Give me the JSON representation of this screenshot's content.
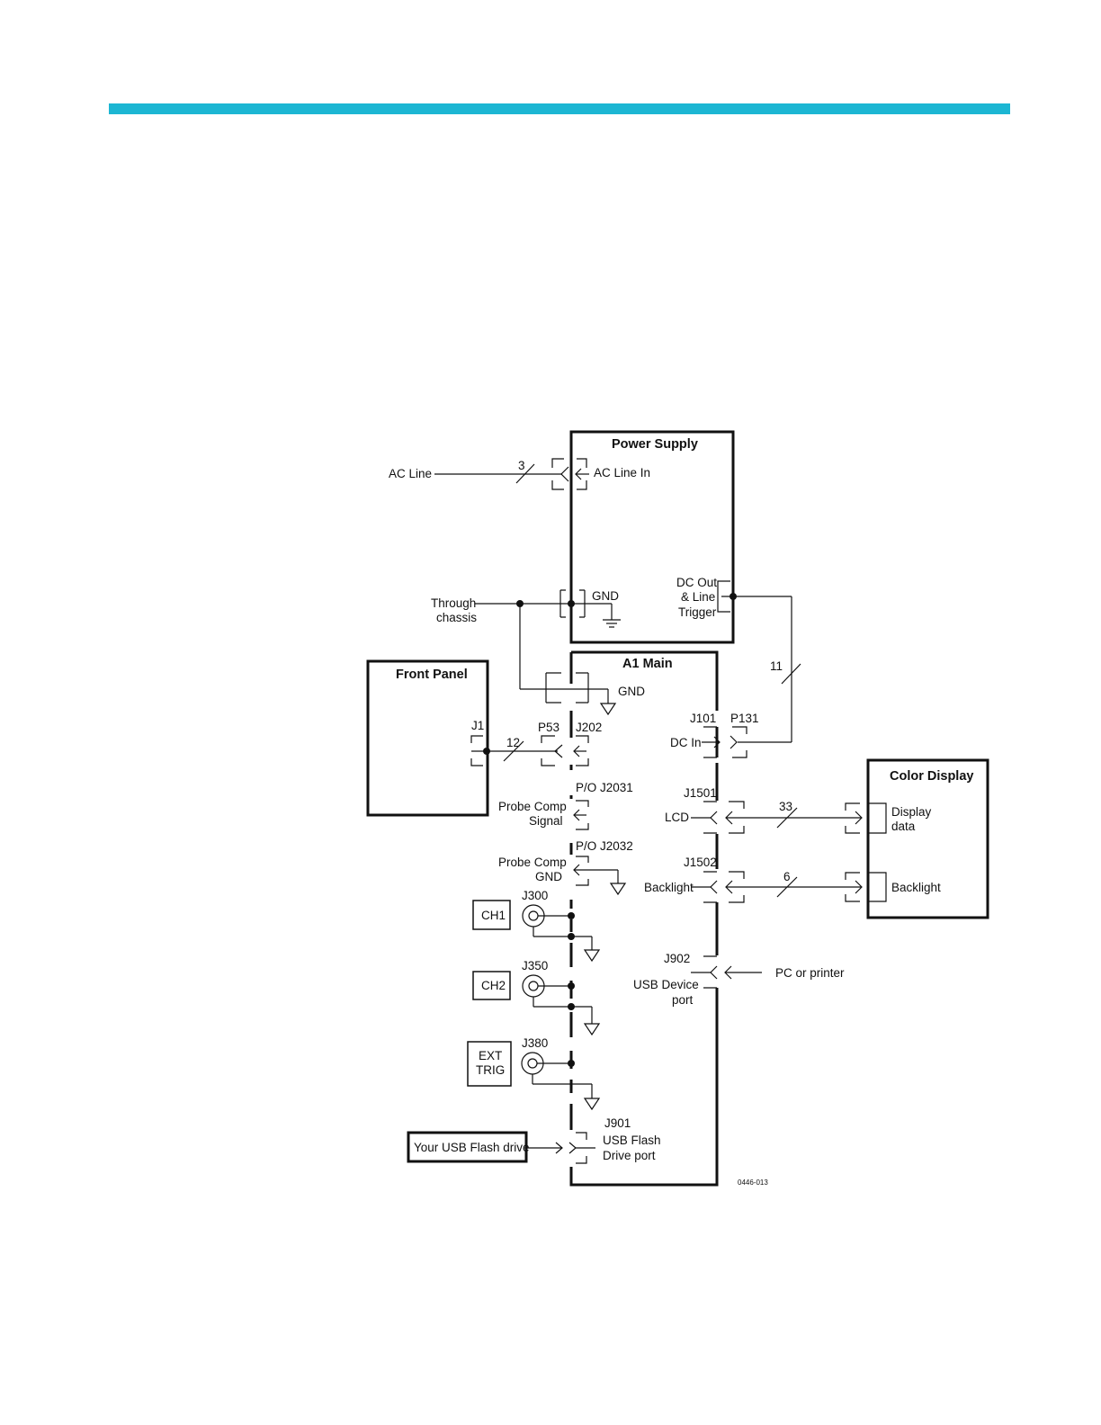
{
  "colors": {
    "accent_bar": "#1cb6d3",
    "line": "#111111"
  },
  "diagram": {
    "power_supply": {
      "title": "Power Supply",
      "ac_line_in": "AC Line In",
      "gnd": "GND",
      "dc_out": [
        "DC Out",
        "& Line",
        "Trigger"
      ]
    },
    "ac_line": {
      "label": "AC Line",
      "count": "3"
    },
    "through_chassis": [
      "Through",
      "chassis"
    ],
    "dc_bus_count": "11",
    "a1_main": {
      "title": "A1 Main",
      "gnd": "GND",
      "j202": "J202",
      "p53": "P53",
      "j101": "J101",
      "p131": "P131",
      "dc_in": "DC In",
      "po_j2031": "P/O  J2031",
      "probe_comp_signal": [
        "Probe Comp",
        "Signal"
      ],
      "po_j2032": "P/O J2032",
      "probe_comp_gnd": [
        "Probe Comp",
        "GND"
      ],
      "j300": "J300",
      "j350": "J350",
      "j380": "J380",
      "j1501": "J1501",
      "lcd": "LCD",
      "j1502": "J1502",
      "backlight": "Backlight",
      "j902": "J902",
      "usb_device_port": [
        "USB Device",
        "port"
      ],
      "j901": "J901",
      "usb_flash_drive_port": [
        "USB Flash",
        "Drive port"
      ]
    },
    "front_panel": {
      "title": "Front Panel",
      "j1": "J1",
      "count": "12"
    },
    "color_display": {
      "title": "Color Display",
      "display_data": [
        "Display",
        "data"
      ],
      "backlight": "Backlight"
    },
    "lcd_count": "33",
    "backlight_count": "6",
    "ch1": "CH1",
    "ch2": "CH2",
    "ext_trig": [
      "EXT",
      "TRIG"
    ],
    "pc_or_printer": "PC or printer",
    "usb_flash_drive": "Your USB Flash drive",
    "figure_id": "0446-013"
  }
}
